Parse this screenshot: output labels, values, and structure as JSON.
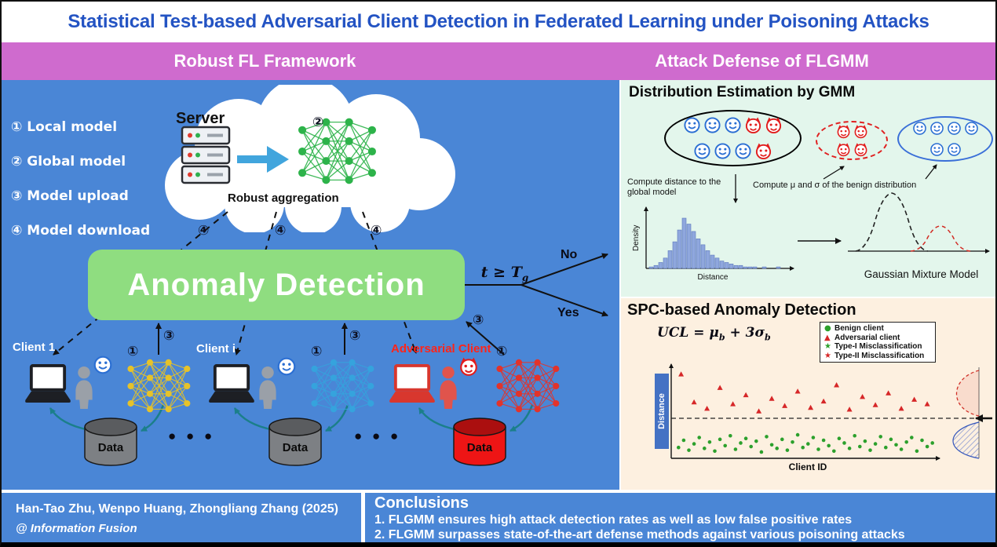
{
  "title": "Statistical Test-based Adversarial Client Detection in Federated Learning under Poisoning Attacks",
  "banner": {
    "left": "Robust FL Framework",
    "right": "Attack Defense of FLGMM"
  },
  "colors": {
    "title_blue": "#2353c3",
    "band_pink": "#cf6bce",
    "panel_blue": "#4a86d6",
    "box_green": "#8fdd80",
    "gmm_mint": "#e3f6ec",
    "spc_peach": "#fdf0e0",
    "benign_green": "#2ca02c",
    "adversarial_red": "#d62728"
  },
  "fl": {
    "legend": [
      "① Local model",
      "② Global model",
      "③ Model upload",
      "④ Model download"
    ],
    "server": "Server",
    "aggregation": "Robust aggregation",
    "anomaly": "Anomaly Detection",
    "cond_main": "t ≥ T",
    "cond_sub": "g",
    "no": "No",
    "yes": "Yes",
    "mark1": "①",
    "mark2": "②",
    "mark3": "③",
    "mark4": "④",
    "client1": "Client 1",
    "clienti": "Client i",
    "adversarial": "Adversarial Client",
    "data": "Data",
    "dots": "● ● ●"
  },
  "gmm": {
    "title": "Distribution Estimation by GMM",
    "note_distance": "Compute distance to the global model",
    "note_mu": "Compute μ and σ of the benign distribution",
    "curve_label": "Gaussian Mixture Model",
    "hist": {
      "ylabel": "Density",
      "xlabel": "Distance",
      "values": [
        1,
        2,
        4,
        7,
        12,
        18,
        26,
        34,
        30,
        25,
        20,
        16,
        12,
        9,
        7,
        5,
        4,
        3,
        2,
        2,
        1,
        1,
        1,
        0,
        1,
        0,
        0,
        1
      ]
    },
    "ellipses": {
      "mixed": [
        "s",
        "s",
        "s",
        "d",
        "d",
        "s",
        "s",
        "s",
        "d"
      ],
      "adversarial": [
        "d",
        "d",
        "d",
        "d"
      ],
      "benign": [
        "s",
        "s",
        "s",
        "s",
        "s",
        "s"
      ]
    }
  },
  "spc": {
    "title": "SPC-based Anomaly Detection",
    "formula": {
      "p1": "UCL = μ",
      "s1": "b",
      "p2": " + 3σ",
      "s2": "b"
    },
    "ylabel": "Distance",
    "xlabel": "Client ID",
    "legend": [
      {
        "marker": "circle",
        "color": "#2ca02c",
        "label": "Benign client"
      },
      {
        "marker": "triangle",
        "color": "#d62728",
        "label": "Adversarial client"
      },
      {
        "marker": "star",
        "color": "#2ca02c",
        "label": "Type-I Misclassification"
      },
      {
        "marker": "star",
        "color": "#d62728",
        "label": "Type-II Misclassification"
      }
    ],
    "scatter": {
      "benign": {
        "x": [
          0.01,
          0.03,
          0.05,
          0.07,
          0.09,
          0.11,
          0.13,
          0.15,
          0.17,
          0.19,
          0.21,
          0.23,
          0.25,
          0.27,
          0.29,
          0.31,
          0.33,
          0.35,
          0.37,
          0.39,
          0.41,
          0.43,
          0.45,
          0.47,
          0.49,
          0.51,
          0.53,
          0.55,
          0.57,
          0.59,
          0.61,
          0.63,
          0.65,
          0.67,
          0.69,
          0.71,
          0.73,
          0.75,
          0.77,
          0.79,
          0.81,
          0.83,
          0.85,
          0.87,
          0.89,
          0.91,
          0.93,
          0.95,
          0.97,
          0.99
        ],
        "v": [
          0.12,
          0.2,
          0.09,
          0.16,
          0.23,
          0.11,
          0.18,
          0.08,
          0.21,
          0.14,
          0.25,
          0.1,
          0.17,
          0.22,
          0.13,
          0.19,
          0.07,
          0.24,
          0.15,
          0.11,
          0.21,
          0.09,
          0.18,
          0.26,
          0.12,
          0.16,
          0.23,
          0.1,
          0.2,
          0.14,
          0.08,
          0.22,
          0.17,
          0.11,
          0.25,
          0.13,
          0.19,
          0.09,
          0.16,
          0.24,
          0.12,
          0.21,
          0.15,
          0.1,
          0.18,
          0.23,
          0.08,
          0.2,
          0.13,
          0.17
        ]
      },
      "adversarial": {
        "x": [
          0.02,
          0.07,
          0.12,
          0.17,
          0.22,
          0.27,
          0.32,
          0.37,
          0.42,
          0.47,
          0.52,
          0.57,
          0.62,
          0.67,
          0.72,
          0.77,
          0.82,
          0.87,
          0.92,
          0.97
        ],
        "v": [
          0.93,
          0.62,
          0.55,
          0.78,
          0.6,
          0.7,
          0.52,
          0.66,
          0.58,
          0.74,
          0.56,
          0.63,
          0.81,
          0.54,
          0.68,
          0.59,
          0.72,
          0.55,
          0.65,
          0.6
        ]
      }
    }
  },
  "footer": {
    "authors": "Han-Tao Zhu, Wenpo Huang, Zhongliang Zhang (2025)",
    "venue": "@ Information Fusion",
    "conclusions_title": "Conclusions",
    "items": [
      "1. FLGMM ensures high attack detection rates as well as low false positive rates",
      "2. FLGMM surpasses state-of-the-art defense methods against various poisoning attacks"
    ]
  }
}
